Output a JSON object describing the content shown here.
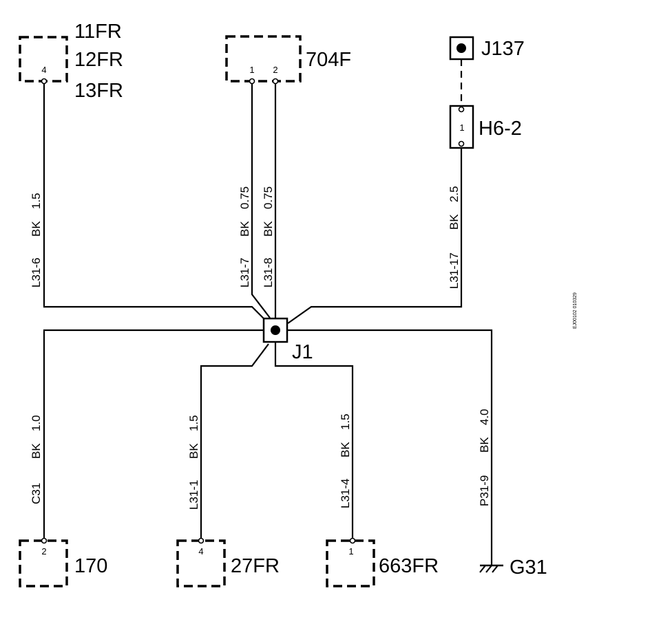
{
  "connectors": {
    "fr_group": {
      "labels": [
        "11FR",
        "12FR",
        "13FR"
      ],
      "pin": "4"
    },
    "c704f": {
      "label": "704F",
      "pins": [
        "1",
        "2"
      ]
    },
    "j137": {
      "label": "J137"
    },
    "h6_2": {
      "label": "H6-2",
      "pin": "1"
    },
    "j1": {
      "label": "J1"
    },
    "c170": {
      "label": "170",
      "pin": "2"
    },
    "c27fr": {
      "label": "27FR",
      "pin": "4"
    },
    "c663fr": {
      "label": "663FR",
      "pin": "1"
    },
    "g31": {
      "label": "G31"
    }
  },
  "wires": [
    {
      "circuit": "L31-6",
      "color": "BK",
      "size": "1.5"
    },
    {
      "circuit": "L31-7",
      "color": "BK",
      "size": "0.75"
    },
    {
      "circuit": "L31-8",
      "color": "BK",
      "size": "0.75"
    },
    {
      "circuit": "L31-17",
      "color": "BK",
      "size": "2.5"
    },
    {
      "circuit": "C31",
      "color": "BK",
      "size": "1.0"
    },
    {
      "circuit": "L31-1",
      "color": "BK",
      "size": "1.5"
    },
    {
      "circuit": "L31-4",
      "color": "BK",
      "size": "1.5"
    },
    {
      "circuit": "P31-9",
      "color": "BK",
      "size": "4.0"
    }
  ],
  "figure_id": "EJ00102 010329"
}
